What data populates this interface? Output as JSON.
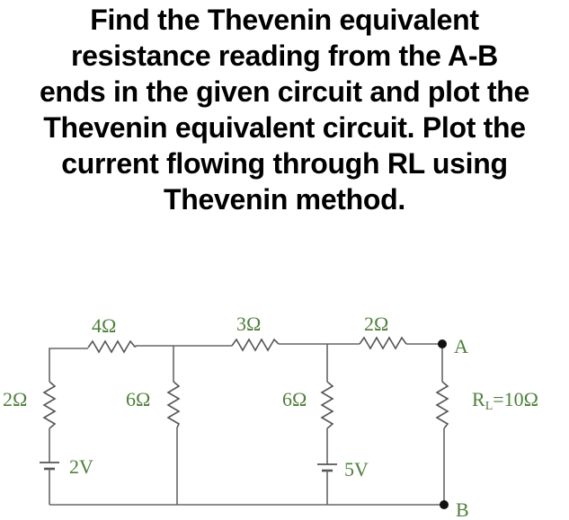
{
  "question": {
    "lines": [
      "Find the Thevenin equivalent",
      "resistance reading from the A-B",
      "ends in the given circuit and plot the",
      "Thevenin equivalent circuit.  Plot the",
      "current flowing through RL using",
      "Thevenin method."
    ]
  },
  "circuit": {
    "label_color": "#4f7f3c",
    "wire_color": "#666666",
    "resistors": [
      {
        "id": "R_top_left",
        "label": "4Ω"
      },
      {
        "id": "R_top_mid",
        "label": "3Ω"
      },
      {
        "id": "R_top_right",
        "label": "2Ω"
      },
      {
        "id": "R_left",
        "label": "2Ω"
      },
      {
        "id": "R_mid1",
        "label": "6Ω"
      },
      {
        "id": "R_mid2",
        "label": "6Ω"
      },
      {
        "id": "R_load",
        "label": "RL=10Ω",
        "label_main": "R",
        "label_sub": "L",
        "label_value": "=10Ω"
      }
    ],
    "sources": [
      {
        "id": "V1",
        "label": "2V"
      },
      {
        "id": "V2",
        "label": "5V"
      }
    ],
    "terminals": [
      {
        "id": "A",
        "label": "A"
      },
      {
        "id": "B",
        "label": "B"
      }
    ]
  }
}
